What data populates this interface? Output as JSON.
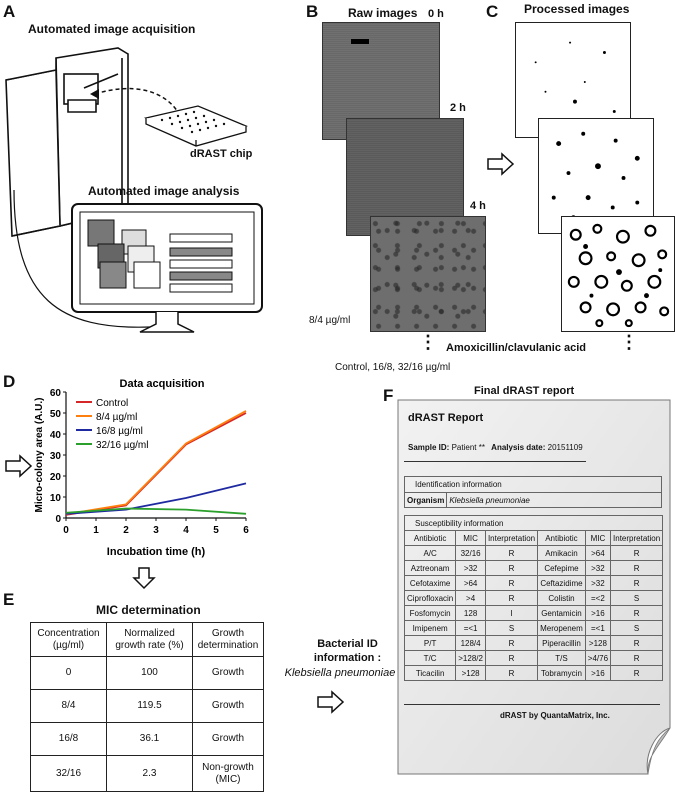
{
  "panels": {
    "a": {
      "letter": "A",
      "title_acq": "Automated image acquisition",
      "chip_label": "dRAST chip",
      "title_analysis": "Automated image analysis"
    },
    "b": {
      "letter": "B",
      "title": "Raw images",
      "time_0": "0 h",
      "time_2": "2 h",
      "time_4": "4 h",
      "conc_label": "8/4 µg/ml",
      "drug_label": "Amoxicillin/clavulanic acid",
      "other_label": "Control, 16/8, 32/16 µg/ml",
      "dots": "⋮"
    },
    "c": {
      "letter": "C",
      "title": "Processed images"
    },
    "d": {
      "letter": "D"
    },
    "e": {
      "letter": "E",
      "title": "MIC determination"
    },
    "f": {
      "letter": "F",
      "title": "Final dRAST report"
    }
  },
  "chart_data": {
    "type": "line",
    "title": "Data acquisition",
    "xlabel": "Incubation time (h)",
    "ylabel": "Micro-colony area (A.U.)",
    "xlim": [
      0,
      6
    ],
    "ylim": [
      0,
      60
    ],
    "xticks": [
      "0",
      "1",
      "2",
      "3",
      "4",
      "5",
      "6"
    ],
    "yticks": [
      "0",
      "10",
      "20",
      "30",
      "40",
      "50",
      "60"
    ],
    "x": [
      0,
      2,
      4,
      6
    ],
    "series": [
      {
        "name": "Control",
        "color": "#d62728",
        "values": [
          1.5,
          6,
          35,
          50
        ]
      },
      {
        "name": "8/4 µg/ml",
        "color": "#ff7f0e",
        "values": [
          1.8,
          6.5,
          35.5,
          51
        ]
      },
      {
        "name": "16/8 µg/ml",
        "color": "#1f2aa0",
        "values": [
          2,
          4,
          9.5,
          16.5
        ]
      },
      {
        "name": "32/16 µg/ml",
        "color": "#2ca02c",
        "values": [
          2.5,
          4.5,
          4,
          2
        ]
      }
    ],
    "legend": "top-left"
  },
  "mic": {
    "headers": [
      "Concentration (µg/ml)",
      "Normalized growth rate (%)",
      "Growth determination"
    ],
    "rows": [
      [
        "0",
        "100",
        "Growth"
      ],
      [
        "8/4",
        "119.5",
        "Growth"
      ],
      [
        "16/8",
        "36.1",
        "Growth"
      ],
      [
        "32/16",
        "2.3",
        "Non-growth (MIC)"
      ]
    ]
  },
  "bacterial_id": {
    "line1": "Bacterial ID",
    "line2": "information :",
    "organism": "Klebsiella pneumoniae"
  },
  "report": {
    "title": "dRAST Report",
    "sample_id_label": "Sample ID:",
    "sample_id_value": "Patient **",
    "analysis_date_label": "Analysis date:",
    "analysis_date_value": "20151109",
    "identification_header": "Identification information",
    "organism_label": "Organism",
    "organism_value": "Klebsiella pneumoniae",
    "susceptibility_header": "Susceptibility information",
    "columns": [
      "Antibiotic",
      "MIC",
      "Interpretation",
      "Antibiotic",
      "MIC",
      "Interpretation"
    ],
    "rows": [
      [
        "A/C",
        "32/16",
        "R",
        "Amikacin",
        ">64",
        "R"
      ],
      [
        "Aztreonam",
        ">32",
        "R",
        "Cefepime",
        ">32",
        "R"
      ],
      [
        "Cefotaxime",
        ">64",
        "R",
        "Ceftazidime",
        ">32",
        "R"
      ],
      [
        "Ciprofloxacin",
        ">4",
        "R",
        "Colistin",
        "=<2",
        "S"
      ],
      [
        "Fosfomycin",
        "128",
        "I",
        "Gentamicin",
        ">16",
        "R"
      ],
      [
        "Imipenem",
        "=<1",
        "S",
        "Meropenem",
        "=<1",
        "S"
      ],
      [
        "P/T",
        "128/4",
        "R",
        "Piperacillin",
        ">128",
        "R"
      ],
      [
        "T/C",
        ">128/2",
        "R",
        "T/S",
        ">4/76",
        "R"
      ],
      [
        "Ticacilin",
        ">128",
        "R",
        "Tobramycin",
        ">16",
        "R"
      ]
    ],
    "footer": "dRAST by QuantaMatrix, Inc."
  }
}
